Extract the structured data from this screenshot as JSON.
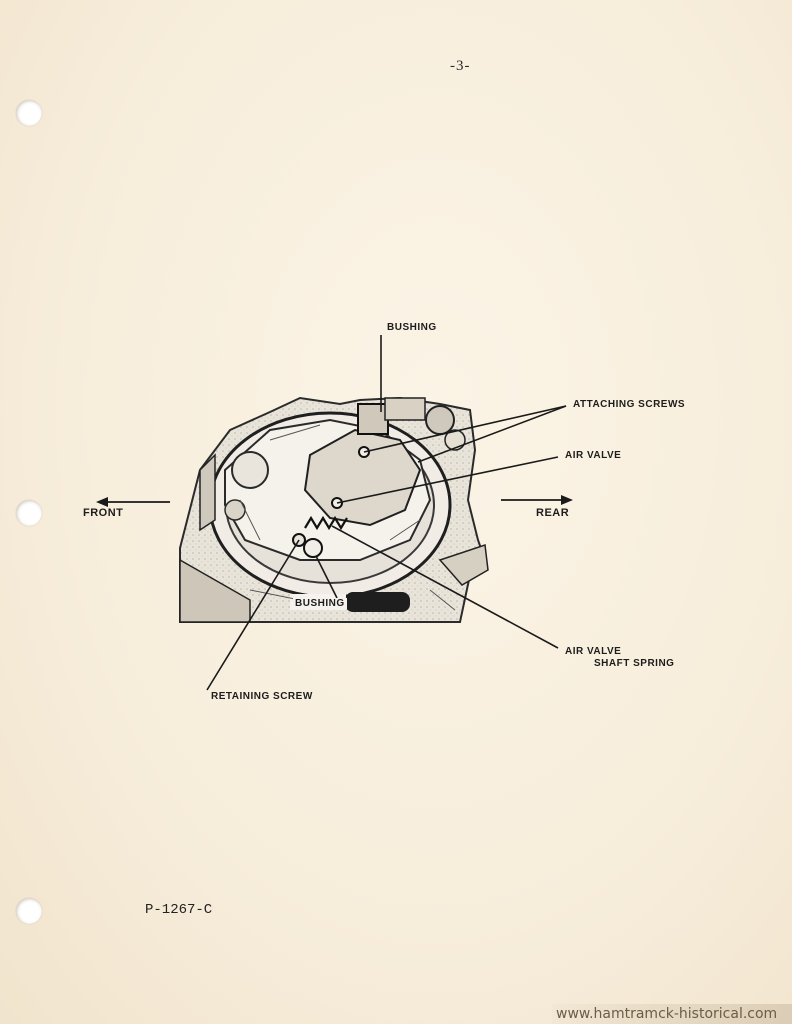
{
  "page": {
    "number": "-3-",
    "doc_code": "P-1267-C",
    "watermark": "www.hamtramck-historical.com"
  },
  "figure": {
    "labels": {
      "bushing_top": "BUSHING",
      "attaching_screws": "ATTACHING SCREWS",
      "air_valve": "AIR VALVE",
      "front": "FRONT",
      "rear": "REAR",
      "bushing_bottom": "BUSHING",
      "air_valve_shaft_spring_line1": "AIR VALVE",
      "air_valve_shaft_spring_line2": "SHAFT SPRING",
      "retaining_screw": "RETAINING SCREW"
    },
    "icons": {
      "hole": "punch-hole-icon",
      "arrow_left": "arrow-left-icon",
      "arrow_right": "arrow-right-icon"
    }
  },
  "colors": {
    "paper": "#f8efdf",
    "ink": "#1d1d1d"
  }
}
